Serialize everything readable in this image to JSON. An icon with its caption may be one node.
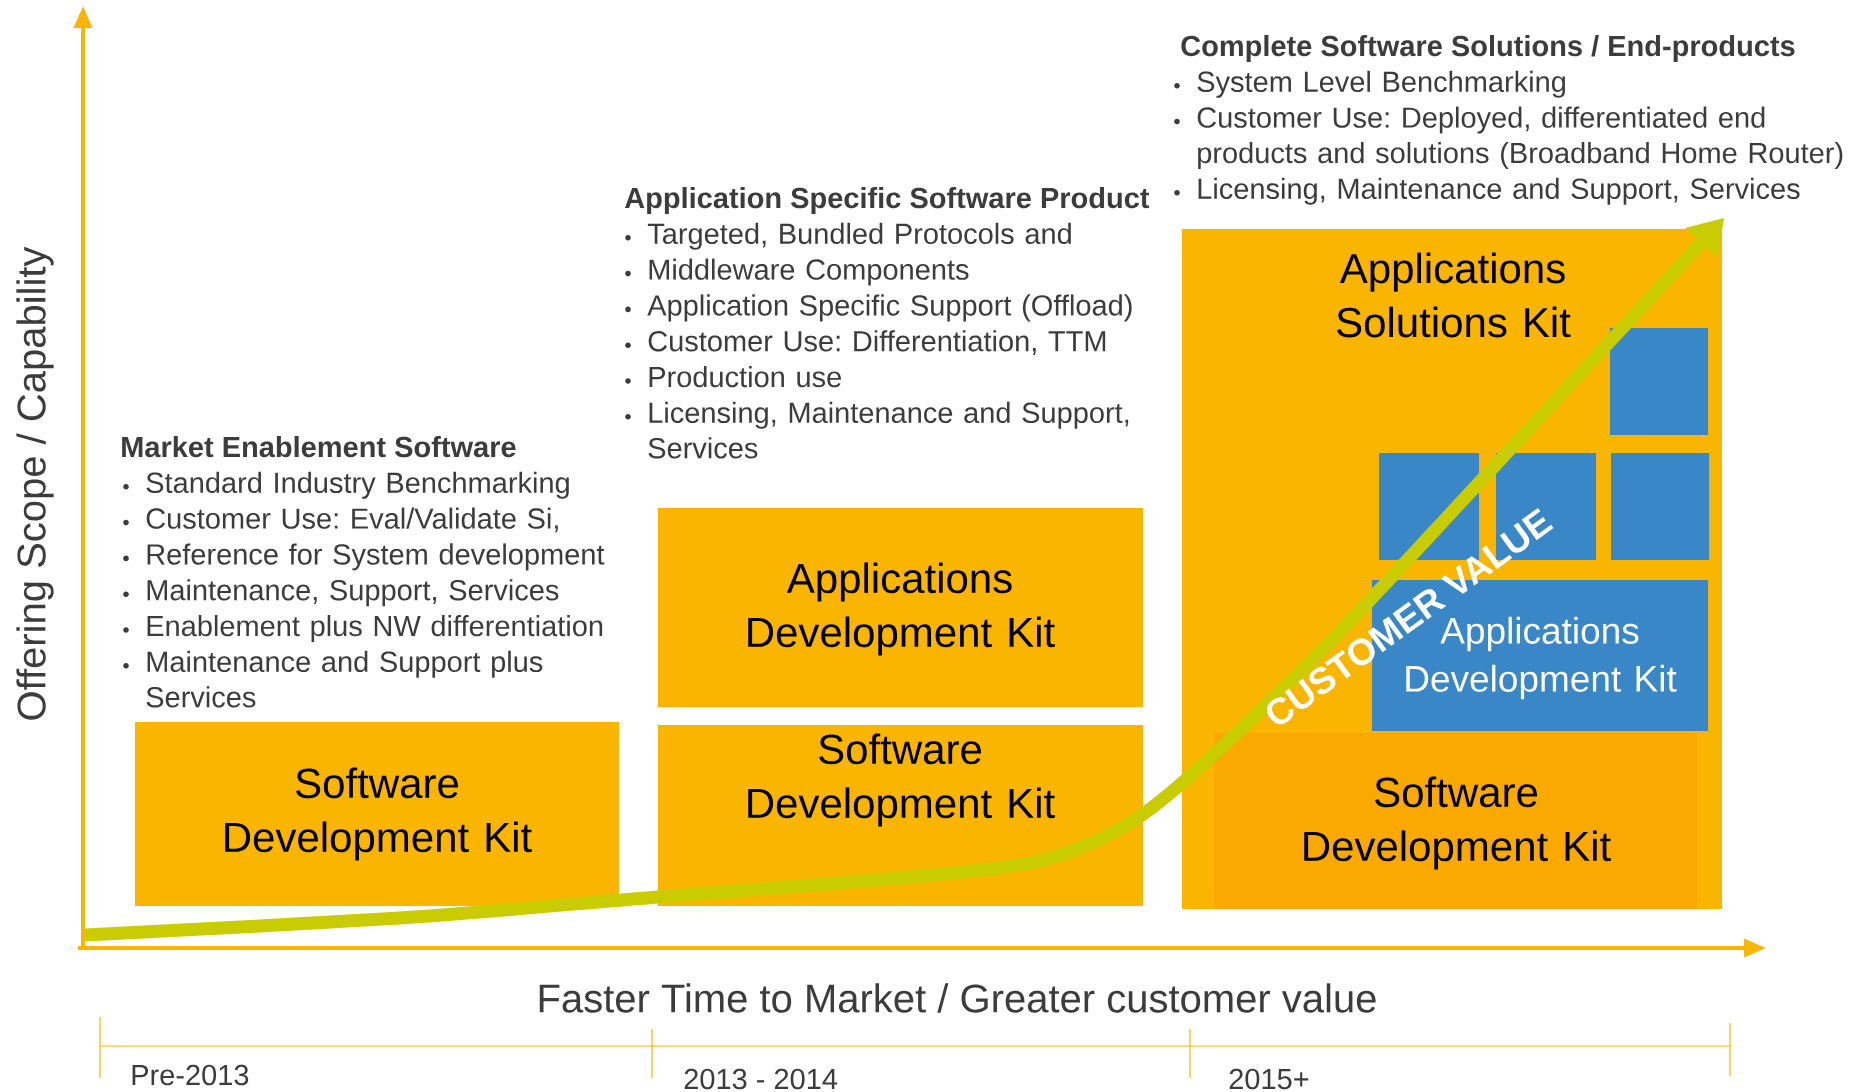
{
  "diagram": {
    "nodes": [
      {
        "text": [
          "Software Development Kit"
        ]
      },
      {
        "text": [
          "Applications Development Kit"
        ]
      },
      {
        "text": [
          "Software Development Kit"
        ]
      },
      {
        "text": [
          "Applications Solutions Kit"
        ]
      },
      {
        "text": [],
        "shape": "box",
        "in": 3
      },
      {
        "text": [],
        "shape": "box",
        "in": 3
      },
      {
        "text": [],
        "shape": "box",
        "in": 3
      },
      {
        "text": [],
        "shape": "box",
        "in": 3
      },
      {
        "text": [
          "Applications Development Kit"
        ],
        "in": 3
      },
      {
        "text": [
          "Software Development Kit"
        ],
        "in": 3
      }
    ],
    "labels": [
      "Complete Software Solutions / End-products",
      "System Level Benchmarking",
      "Customer Use: Deployed, differentiated end products and solutions (Broadband Home Router)",
      "Licensing, Maintenance and Support, Services",
      "Application Specific Software Product",
      "Targeted, Bundled Protocols and",
      "Middleware Components",
      "Application Specific Support (Offload)",
      "Customer Use: Differentiation, TTM",
      "Production use",
      "Licensing, Maintenance and Support, Services",
      "Market Enablement Software",
      "Standard Industry Benchmarking",
      "Customer Use: Eval/Validate Si,",
      "Reference for System development",
      "Maintenance, Support, Services",
      "Enablement plus NW differentiation",
      "Maintenance and Support plus Services",
      "Offering Scope / Capability",
      "CUSTOMER VALUE",
      "Faster Time to Market / Greater customer value",
      "Pre-2013",
      "2013 - 2014",
      "2015+"
    ]
  }
}
